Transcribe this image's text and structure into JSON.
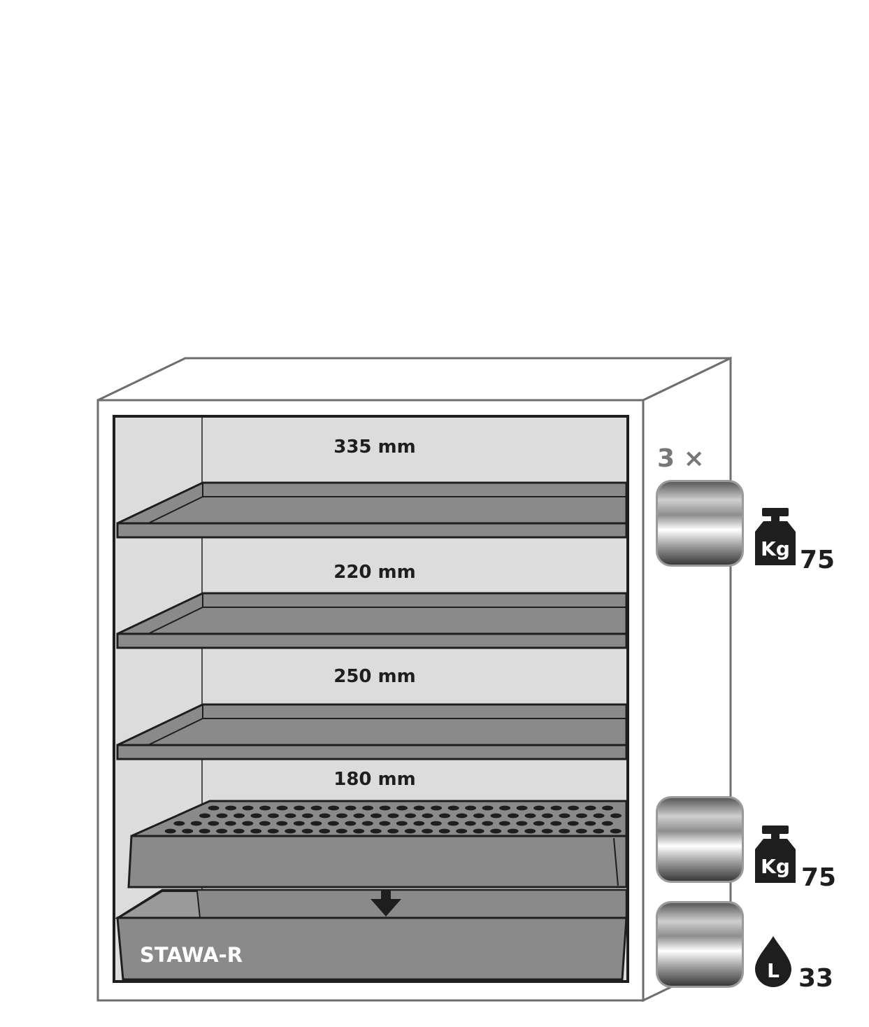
{
  "shelf_gaps": [
    {
      "text": "335 mm"
    },
    {
      "text": "220 mm"
    },
    {
      "text": "250 mm"
    },
    {
      "text": "180 mm"
    }
  ],
  "sump_label": "STAWA-R",
  "shelf_count": {
    "text": "3 ×"
  },
  "weight_unit": "Kg",
  "shelf_load": "75",
  "perforated_load": "75",
  "volume_unit": "L",
  "sump_volume": "33",
  "colors": {
    "outline": "#1e1e1e",
    "cabinet_outline": "#6e6e6e",
    "interior": "#dcdcdc",
    "shelf": "#8a8a8a",
    "count_text": "#777777"
  },
  "icons": [
    "weight-icon",
    "drop-icon",
    "shelf-icon",
    "down-arrow-icon"
  ]
}
